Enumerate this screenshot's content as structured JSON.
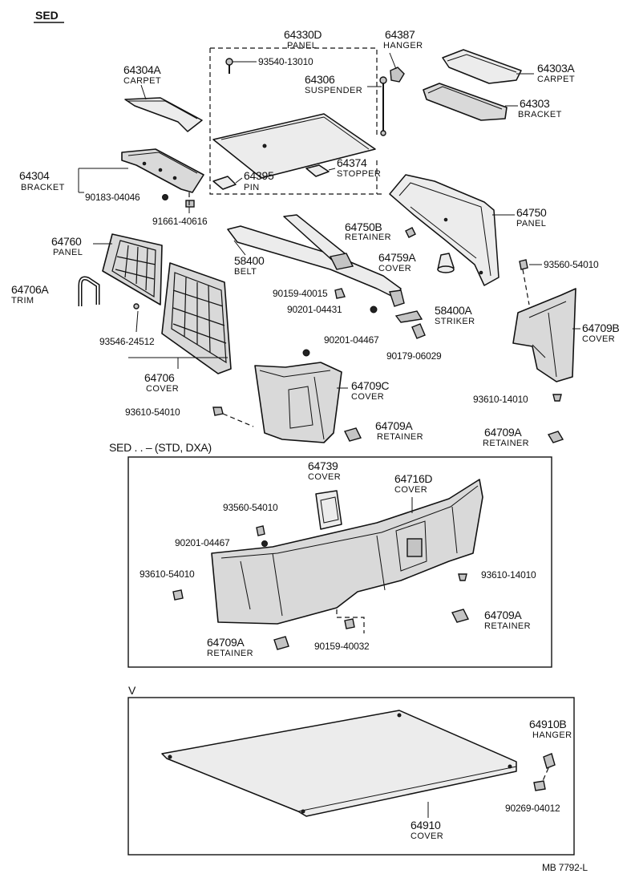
{
  "header": {
    "model": "SED"
  },
  "sections": {
    "std_dxa": {
      "label": "SED . .    – (STD, DXA)"
    },
    "v": {
      "label": "V"
    }
  },
  "footer": {
    "code": "MB  7792-L"
  },
  "parts": {
    "p64330D": {
      "number": "64330D",
      "desc": "PANEL"
    },
    "p64387": {
      "number": "64387",
      "desc": "HANGER"
    },
    "p64304A": {
      "number": "64304A",
      "desc": "CARPET"
    },
    "p64303A": {
      "number": "64303A",
      "desc": "CARPET"
    },
    "p93540": {
      "number": "93540-13010"
    },
    "p64306": {
      "number": "64306",
      "desc": "SUSPENDER"
    },
    "p64303": {
      "number": "64303",
      "desc": "BRACKET"
    },
    "p64304": {
      "number": "64304",
      "desc": "BRACKET"
    },
    "p64374": {
      "number": "64374",
      "desc": "STOPPER"
    },
    "p64395": {
      "number": "64395",
      "desc": "PIN"
    },
    "p90183": {
      "number": "90183-04046"
    },
    "p91661": {
      "number": "91661-40616"
    },
    "p64750": {
      "number": "64750",
      "desc": "PANEL"
    },
    "p64750B": {
      "number": "64750B",
      "desc": "RETAINER"
    },
    "p64760": {
      "number": "64760",
      "desc": "PANEL"
    },
    "p58400": {
      "number": "58400",
      "desc": "BELT"
    },
    "p64759A": {
      "number": "64759A",
      "desc": "COVER"
    },
    "p93560a": {
      "number": "93560-54010"
    },
    "p64706A": {
      "number": "64706A",
      "desc": "TRIM"
    },
    "p90159a": {
      "number": "90159-40015"
    },
    "p90201a": {
      "number": "90201-04431"
    },
    "p58400A": {
      "number": "58400A",
      "desc": "STRIKER"
    },
    "p64709B": {
      "number": "64709B",
      "desc": "COVER"
    },
    "p93546": {
      "number": "93546-24512"
    },
    "p90201b": {
      "number": "90201-04467"
    },
    "p90179": {
      "number": "90179-06029"
    },
    "p64706": {
      "number": "64706",
      "desc": "COVER"
    },
    "p64709C": {
      "number": "64709C",
      "desc": "COVER"
    },
    "p93610a": {
      "number": "93610-14010"
    },
    "p93610b": {
      "number": "93610-54010"
    },
    "p64709Aa": {
      "number": "64709A",
      "desc": "RETAINER"
    },
    "p64709Ab": {
      "number": "64709A",
      "desc": "RETAINER"
    },
    "p64739": {
      "number": "64739",
      "desc": "COVER"
    },
    "p64716D": {
      "number": "64716D",
      "desc": "COVER"
    },
    "p93560b": {
      "number": "93560-54010"
    },
    "p90201c": {
      "number": "90201-04467"
    },
    "p93610c": {
      "number": "93610-54010"
    },
    "p93610d": {
      "number": "93610-14010"
    },
    "p64709Ac": {
      "number": "64709A",
      "desc": "RETAINER"
    },
    "p64709Ad": {
      "number": "64709A",
      "desc": "RETAINER"
    },
    "p90159b": {
      "number": "90159-40032"
    },
    "p64910B": {
      "number": "64910B",
      "desc": "HANGER"
    },
    "p90269": {
      "number": "90269-04012"
    },
    "p64910": {
      "number": "64910",
      "desc": "COVER"
    }
  }
}
